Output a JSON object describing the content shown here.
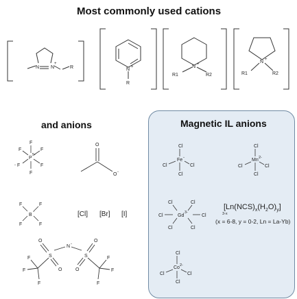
{
  "cations_title": "Most commonly used cations",
  "anions_title": "and anions",
  "magnetic_title": "Magnetic IL anions",
  "cations": {
    "imidazolium": {
      "n1": "N",
      "n2": "N",
      "plus": "+",
      "r": "R"
    },
    "pyridinium": {
      "n": "N",
      "plus": "+",
      "r": "R"
    },
    "piperidinium": {
      "n": "N",
      "plus": "+",
      "r1": "R1",
      "r2": "R2"
    },
    "pyrrolidinium": {
      "n": "N",
      "plus": "+",
      "r1": "R1",
      "r2": "R2"
    }
  },
  "anions": {
    "pf6": {
      "center": "P",
      "charge": "5-",
      "ligand": "F",
      "neg_ligand": "F"
    },
    "acetate": {
      "o": "O",
      "o_minus": "O",
      "minus": "-"
    },
    "bf4": {
      "center": "B",
      "charge": "-",
      "ligand": "F"
    },
    "halides": [
      "[Cl]",
      "[Br]",
      "[I]"
    ],
    "tf2n": {
      "n": "N",
      "n_minus": "-",
      "s": "S",
      "o": "O",
      "f": "F"
    }
  },
  "magnetic": {
    "fecl4": {
      "metal": "Fe",
      "charge": "-",
      "ligand": "Cl"
    },
    "mncl4": {
      "metal": "Mn",
      "charge": "2-",
      "ligand": "Cl"
    },
    "gdcl6": {
      "metal": "Gd",
      "charge": "3-",
      "ligand": "Cl"
    },
    "cocl4": {
      "metal": "Co",
      "charge": "2-",
      "ligand": "Cl"
    },
    "ln_formula": {
      "open": "[Ln(NCS)",
      "sub_x": "x",
      "mid": "(H",
      "sub_2": "2",
      "close_o": "O)",
      "sub_y": "y",
      "end": "]",
      "charge": "3-x",
      "note": "(x = 6-8, y = 0-2, Ln = La-Yb)"
    }
  }
}
